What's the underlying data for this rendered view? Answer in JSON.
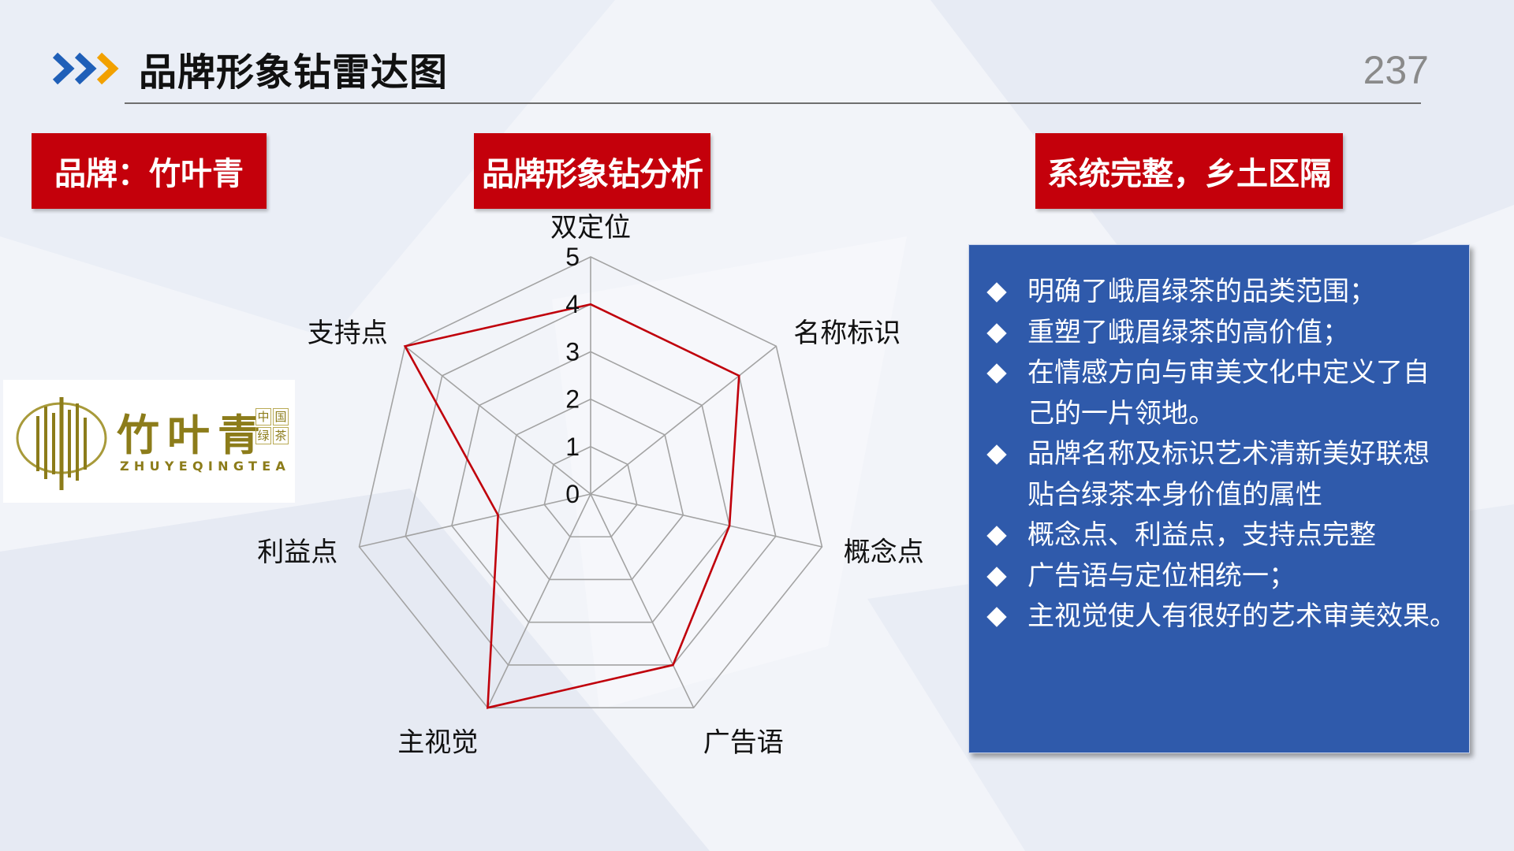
{
  "header": {
    "title": "品牌形象钻雷达图",
    "page_number": "237"
  },
  "labels": {
    "brand": "品牌：竹叶青",
    "analysis": "品牌形象钻分析",
    "conclusion": "系统完整，乡土区隔"
  },
  "logo": {
    "cn_name": "竹叶青",
    "small_chars": [
      "中",
      "国",
      "绿",
      "茶"
    ],
    "en_name": "ZHUYEQINGTEA"
  },
  "chart_data": {
    "type": "radar",
    "axes": [
      "双定位",
      "名称标识",
      "概念点",
      "广告语",
      "主视觉",
      "利益点",
      "支持点"
    ],
    "values": [
      4,
      4,
      3,
      4,
      5,
      2,
      5
    ],
    "ticks": [
      0,
      1,
      2,
      3,
      4,
      5
    ],
    "range": [
      0,
      5
    ],
    "grid": true,
    "series_color": "#c0000b",
    "grid_color": "#a3a3a3"
  },
  "panel": {
    "bullets": [
      "明确了峨眉绿茶的品类范围；",
      "重塑了峨眉绿茶的高价值；",
      "在情感方向与审美文化中定义了自\n己的一片领地。",
      "品牌名称及标识艺术清新美好联想\n贴合绿茶本身价值的属性",
      "概念点、利益点，支持点完整",
      "广告语与定位相统一；",
      "主视觉使人有很好的艺术审美效果。"
    ]
  },
  "colors": {
    "red_box": "#c4000b",
    "blue_panel": "#2f5aab",
    "chevron_blue": "#1f5fb8",
    "chevron_orange": "#f2a100"
  }
}
